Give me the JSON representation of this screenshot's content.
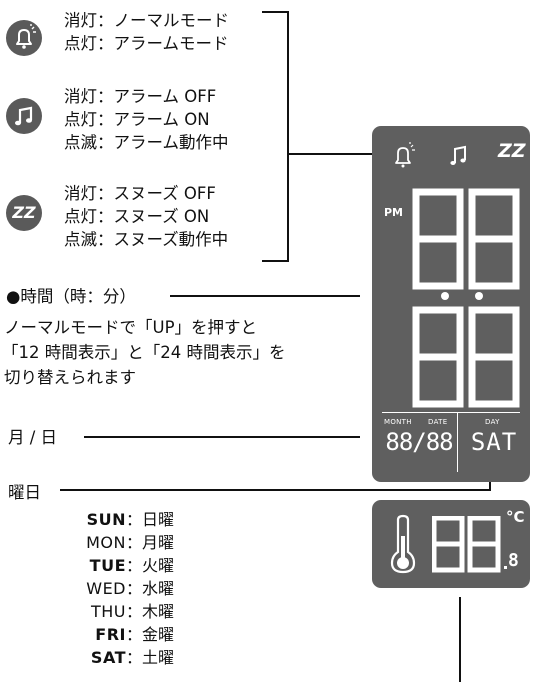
{
  "legend": {
    "alarm": [
      "消灯：ノーマルモード",
      "点灯：アラームモード"
    ],
    "music": [
      "消灯：アラーム OFF",
      "点灯：アラーム ON",
      "点滅：アラーム動作中"
    ],
    "snooze": [
      "消灯：スヌーズ OFF",
      "点灯：スヌーズ ON",
      "点滅：スヌーズ動作中"
    ],
    "snooze_icon_text": "ZZ"
  },
  "time_note": {
    "heading": "●時間（時：分）",
    "lines": [
      "ノーマルモードで「UP」を押すと",
      "「12 時間表示」と「24 時間表示」を",
      "切り替えられます"
    ]
  },
  "labels": {
    "month_day": "月 / 日",
    "weekday": "曜日"
  },
  "weekdays": [
    {
      "abbr": "SUN",
      "name": "：日曜"
    },
    {
      "abbr": "MON",
      "name": "：月曜"
    },
    {
      "abbr": "TUE",
      "name": "：火曜"
    },
    {
      "abbr": "WED",
      "name": "：水曜"
    },
    {
      "abbr": "THU",
      "name": "：木曜"
    },
    {
      "abbr": "FRI",
      "name": "：金曜"
    },
    {
      "abbr": "SAT",
      "name": "：土曜"
    }
  ],
  "clock_display": {
    "pm": "PM",
    "snooze_label": "ZZ",
    "month_label": "MONTH",
    "date_label": "DATE",
    "day_label": "DAY",
    "date_value": "88/88",
    "day_value": "SAT"
  },
  "thermo_display": {
    "unit": "°C",
    "decimal": "8"
  },
  "colors": {
    "lcd_bg": "#5f5f5f",
    "icon_circle": "#5a5a5a",
    "segment": "#ffffff"
  }
}
